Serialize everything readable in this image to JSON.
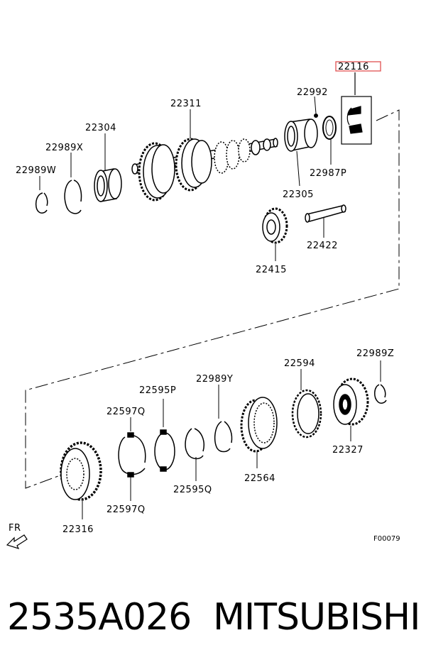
{
  "diagram": {
    "part_labels": {
      "p22116": "22116",
      "p22992": "22992",
      "p22311": "22311",
      "p22304": "22304",
      "p22989X": "22989X",
      "p22989W": "22989W",
      "p22987P": "22987P",
      "p22305": "22305",
      "p22422": "22422",
      "p22415": "22415",
      "p22989Z": "22989Z",
      "p22594": "22594",
      "p22989Y": "22989Y",
      "p22595P": "22595P",
      "p22597Q_top": "22597Q",
      "p22327": "22327",
      "p22564": "22564",
      "p22595Q": "22595Q",
      "p22597Q_bottom": "22597Q",
      "p22316": "22316"
    },
    "fr_label": "FR",
    "figure_code": "F00079",
    "highlight_color": "#e05050"
  },
  "caption": {
    "part_number": "2535A026",
    "brand": "MITSUBISHI"
  }
}
